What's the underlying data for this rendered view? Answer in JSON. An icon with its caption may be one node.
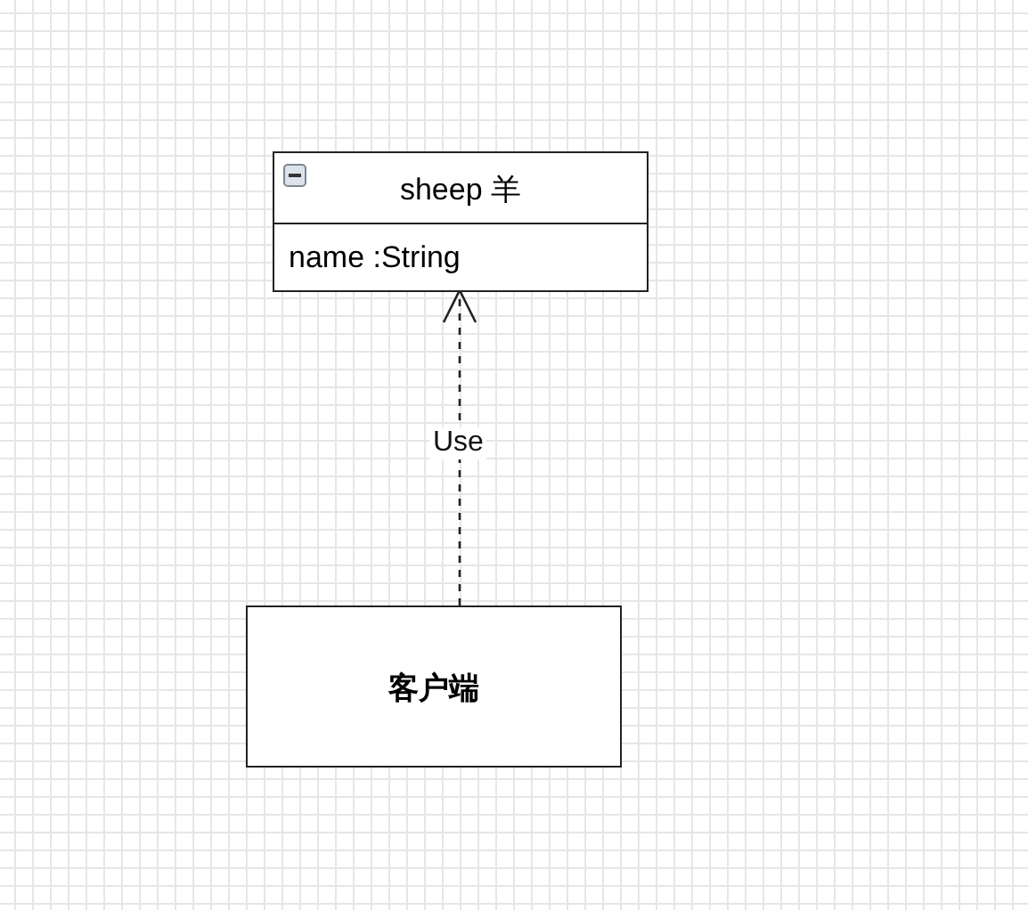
{
  "diagram": {
    "nodes": [
      {
        "text": [
          "sheep 羊",
          "name :String"
        ]
      },
      {
        "text": [
          "客户端"
        ]
      }
    ],
    "edges": [
      {
        "from": 1,
        "to": 0,
        "arrow": "to",
        "label": "Use",
        "style": "dashed"
      }
    ]
  }
}
